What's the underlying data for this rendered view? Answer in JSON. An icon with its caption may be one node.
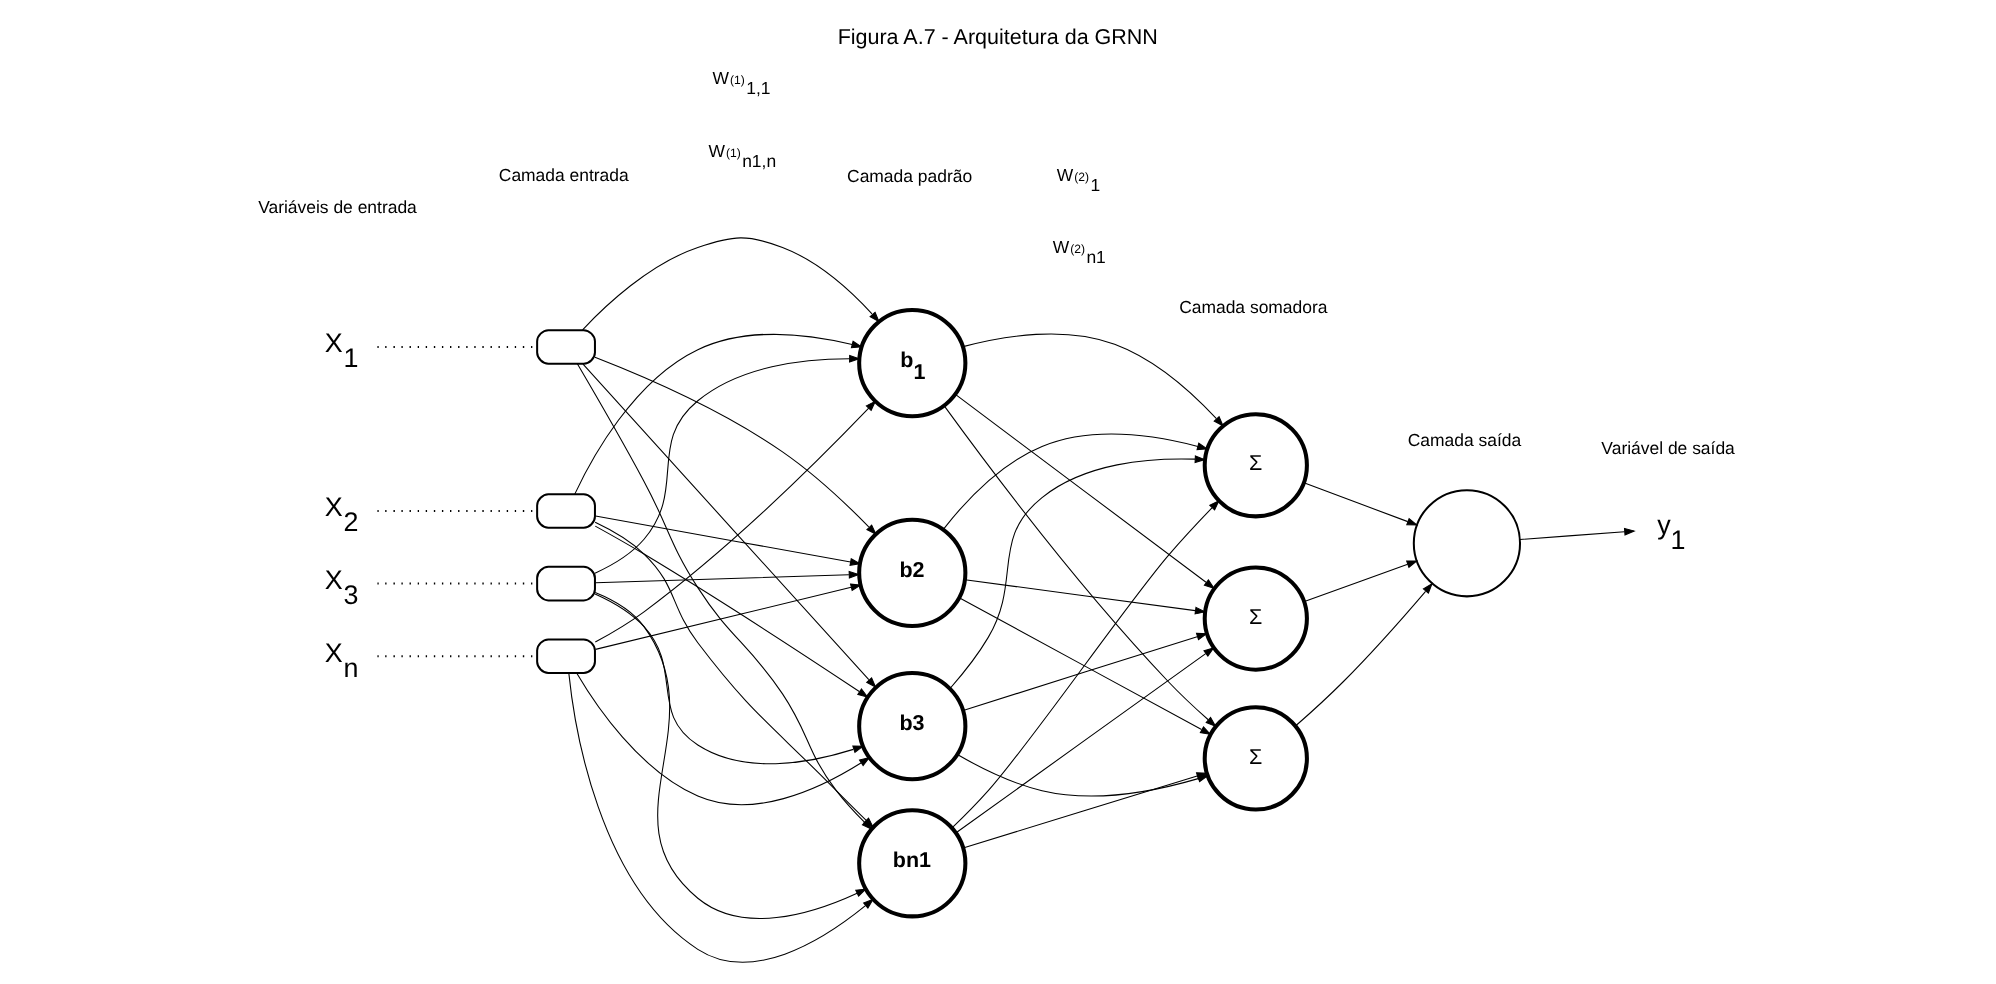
{
  "diagram": {
    "title": "Figura A.7 - Arquitetura da GRNN",
    "nodes": [
      {
        "text": [
          "X$_{1}$"
        ]
      },
      {
        "text": [
          "X$_{2}$"
        ]
      },
      {
        "text": [
          "X$_{3}$"
        ]
      },
      {
        "text": [
          "X$_{n}$"
        ]
      },
      {
        "text": [],
        "shape": "box"
      },
      {
        "text": [],
        "shape": "box"
      },
      {
        "text": [],
        "shape": "box"
      },
      {
        "text": [],
        "shape": "box"
      },
      {
        "text": [
          "b$_{1}$"
        ]
      },
      {
        "text": [
          "b2"
        ]
      },
      {
        "text": [
          "b3"
        ]
      },
      {
        "text": [
          "bn1"
        ]
      },
      {
        "text": [
          "Σ"
        ]
      },
      {
        "text": [
          "Σ"
        ]
      },
      {
        "text": [
          "Σ"
        ]
      },
      {
        "text": [],
        "shape": "circle"
      },
      {
        "text": [
          "y$_{1}$"
        ]
      }
    ],
    "edges": [
      {
        "from": 0,
        "to": 4,
        "arrow": "none",
        "style": "dashed"
      },
      {
        "from": 1,
        "to": 5,
        "arrow": "none",
        "style": "dashed"
      },
      {
        "from": 2,
        "to": 6,
        "arrow": "none",
        "style": "dashed"
      },
      {
        "from": 3,
        "to": 7,
        "arrow": "none",
        "style": "dashed"
      },
      {
        "from": 4,
        "to": 8,
        "arrow": "to"
      },
      {
        "from": 4,
        "to": 9,
        "arrow": "to"
      },
      {
        "from": 4,
        "to": 10,
        "arrow": "to"
      },
      {
        "from": 4,
        "to": 11,
        "arrow": "to"
      },
      {
        "from": 5,
        "to": 8,
        "arrow": "to"
      },
      {
        "from": 5,
        "to": 9,
        "arrow": "to"
      },
      {
        "from": 5,
        "to": 10,
        "arrow": "to"
      },
      {
        "from": 5,
        "to": 11,
        "arrow": "to"
      },
      {
        "from": 6,
        "to": 8,
        "arrow": "to"
      },
      {
        "from": 6,
        "to": 9,
        "arrow": "to"
      },
      {
        "from": 6,
        "to": 10,
        "arrow": "to"
      },
      {
        "from": 6,
        "to": 11,
        "arrow": "to"
      },
      {
        "from": 7,
        "to": 8,
        "arrow": "to"
      },
      {
        "from": 7,
        "to": 9,
        "arrow": "to"
      },
      {
        "from": 7,
        "to": 10,
        "arrow": "to"
      },
      {
        "from": 7,
        "to": 11,
        "arrow": "to"
      },
      {
        "from": 8,
        "to": 12,
        "arrow": "to"
      },
      {
        "from": 8,
        "to": 13,
        "arrow": "to"
      },
      {
        "from": 8,
        "to": 14,
        "arrow": "to"
      },
      {
        "from": 9,
        "to": 12,
        "arrow": "to"
      },
      {
        "from": 9,
        "to": 13,
        "arrow": "to"
      },
      {
        "from": 9,
        "to": 14,
        "arrow": "to"
      },
      {
        "from": 10,
        "to": 12,
        "arrow": "to"
      },
      {
        "from": 10,
        "to": 13,
        "arrow": "to"
      },
      {
        "from": 10,
        "to": 14,
        "arrow": "to"
      },
      {
        "from": 11,
        "to": 12,
        "arrow": "to"
      },
      {
        "from": 11,
        "to": 13,
        "arrow": "to"
      },
      {
        "from": 11,
        "to": 14,
        "arrow": "to"
      },
      {
        "from": 12,
        "to": 15,
        "arrow": "to"
      },
      {
        "from": 13,
        "to": 15,
        "arrow": "to"
      },
      {
        "from": 14,
        "to": 15,
        "arrow": "to"
      },
      {
        "from": 15,
        "to": 16,
        "arrow": "to"
      }
    ],
    "labels": [
      "Camada entrada",
      "Camada padrão",
      "Camada somadora",
      "Camada saída",
      "Variáveis de entrada",
      "Variável de saída",
      "W$^{(1)}$$_{1,1}$",
      "W$^{(2)}$$_{1}$",
      "W$^{(1)}$$_{n1,n}$",
      "W$^{(2)}$$_{n1}$"
    ]
  }
}
